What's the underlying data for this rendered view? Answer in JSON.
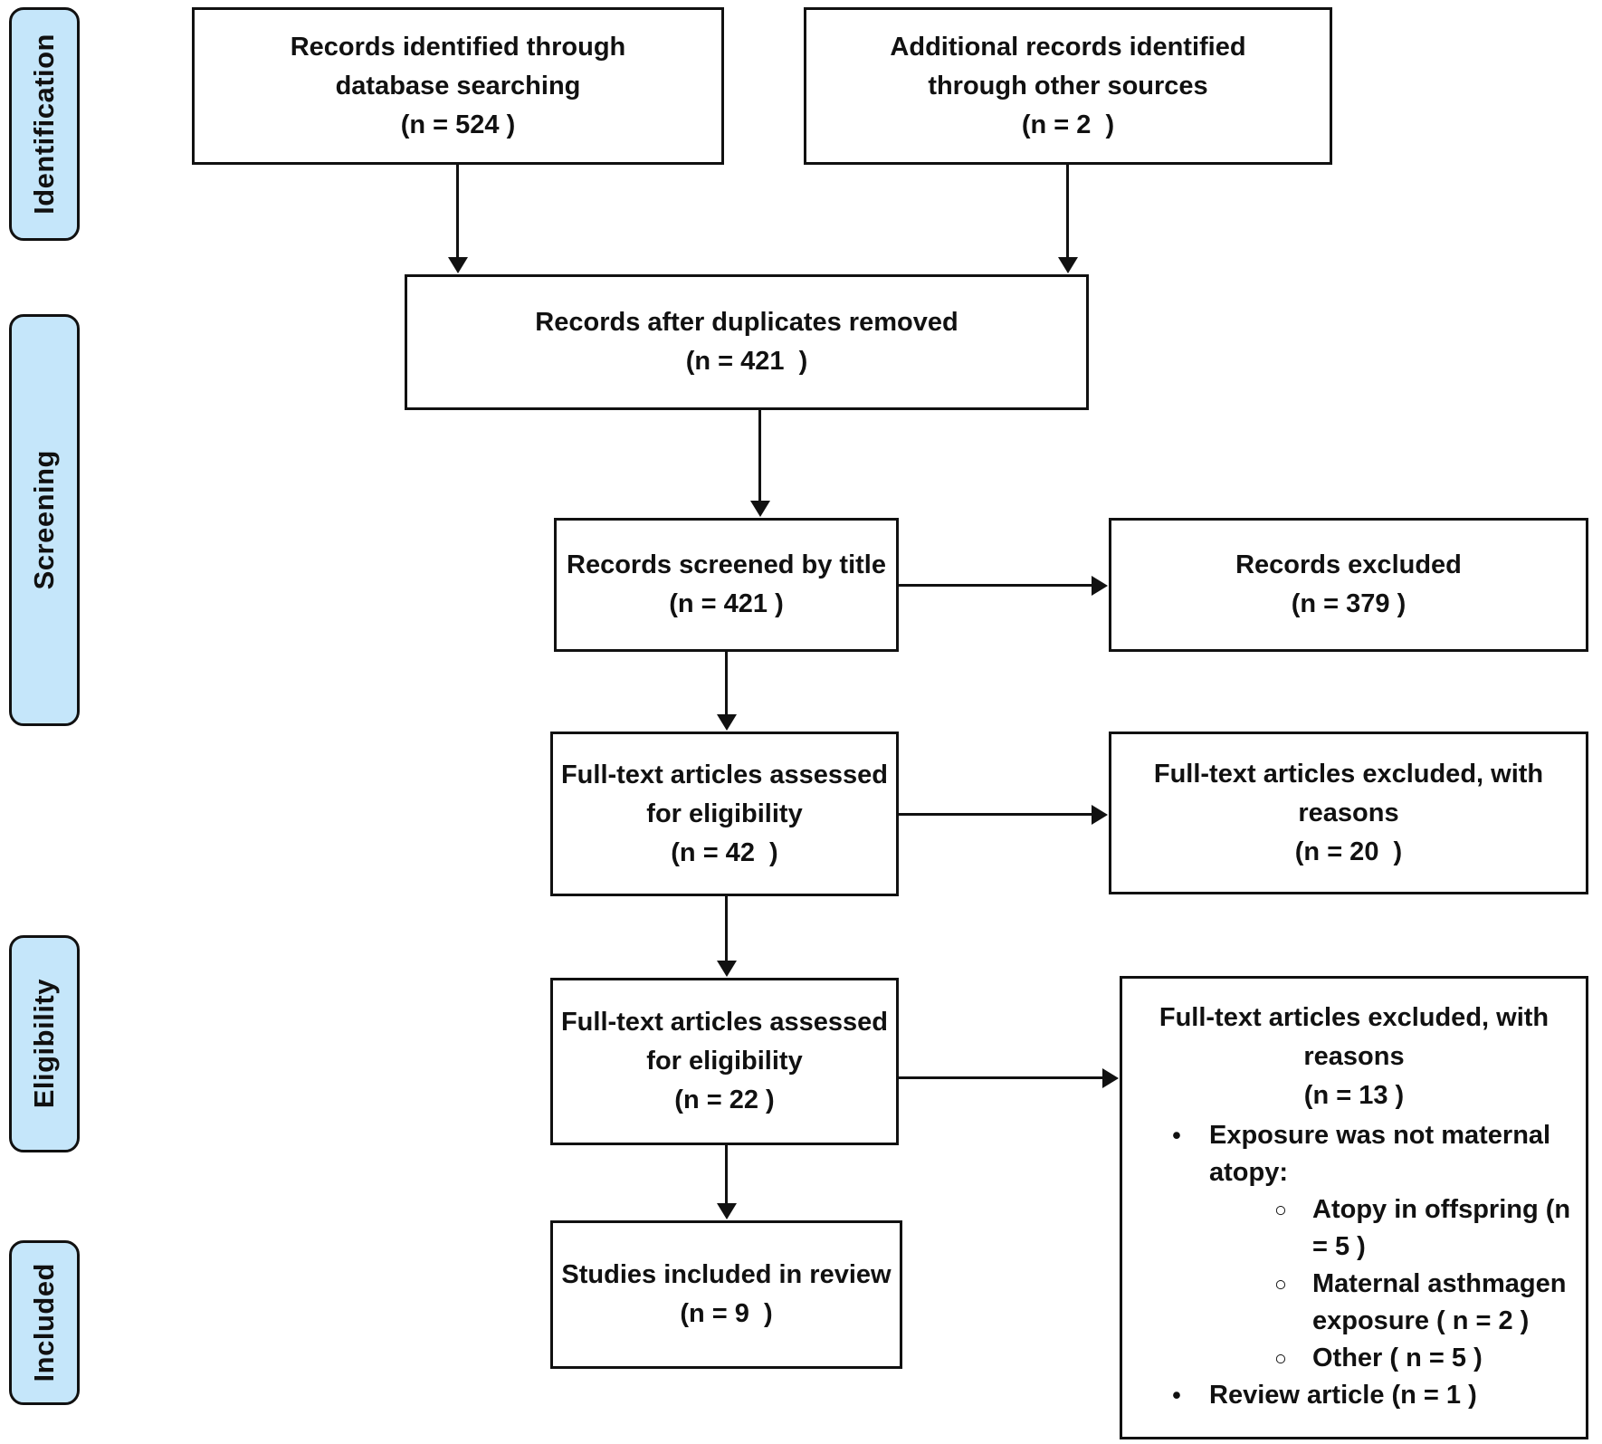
{
  "diagram": {
    "title_hint": "PRISMA flow diagram",
    "colors": {
      "stage_fill": "#C5E6FA",
      "line": "#111111"
    },
    "sidebar": [
      {
        "label": "Identification"
      },
      {
        "label": "Screening"
      },
      {
        "label": "Eligibility"
      },
      {
        "label": "Included"
      }
    ],
    "boxes": {
      "identified_db": {
        "lines": [
          "Records identified through",
          "database searching",
          "(n = 524 )"
        ]
      },
      "identified_other": {
        "lines": [
          "Additional records identified",
          "through other sources",
          "(n = 2  )"
        ]
      },
      "after_duplicates": {
        "lines": [
          "Records after duplicates removed",
          "(n = 421  )"
        ]
      },
      "screened_title": {
        "lines": [
          "Records screened by title",
          "(n = 421 )"
        ]
      },
      "records_excluded": {
        "lines": [
          "Records excluded",
          "(n = 379 )"
        ]
      },
      "fulltext_42": {
        "lines": [
          "Full-text articles assessed",
          "for eligibility",
          "(n = 42  )"
        ]
      },
      "fulltext_excl_20": {
        "lines": [
          "Full-text articles excluded, with",
          "reasons",
          "(n = 20  )"
        ]
      },
      "fulltext_22": {
        "lines": [
          "Full-text articles assessed",
          "for eligibility",
          "(n = 22 )"
        ]
      },
      "fulltext_excl_13": {
        "lines": [
          "Full-text articles excluded, with",
          "reasons",
          "(n = 13 )"
        ],
        "bullets": [
          {
            "marker": "•",
            "text": "Exposure was not maternal atopy:"
          },
          {
            "marker": "○",
            "text": "Atopy in offspring (n = 5 )"
          },
          {
            "marker": "○",
            "text": "Maternal asthmagen exposure ( n = 2 )"
          },
          {
            "marker": "○",
            "text": "Other ( n = 5 )"
          },
          {
            "marker": "•",
            "text": "Review article (n = 1 )"
          }
        ]
      },
      "included_review": {
        "lines": [
          "Studies included in review",
          "(n = 9  )"
        ]
      }
    }
  }
}
